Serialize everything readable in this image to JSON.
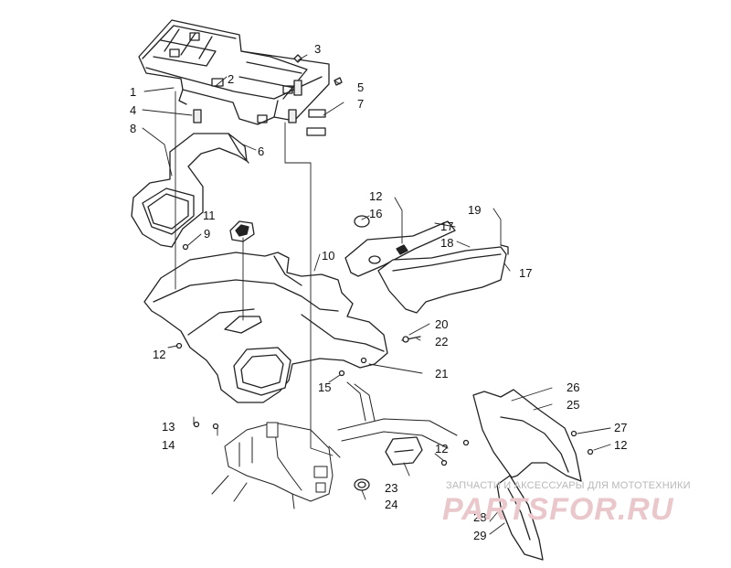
{
  "callouts": {
    "c1": "1",
    "c2": "2",
    "c3": "3",
    "c4": "4",
    "c5": "5",
    "c6": "6",
    "c7": "7",
    "c8": "8",
    "c9": "9",
    "c10": "10",
    "c11": "11",
    "c12a": "12",
    "c12b": "12",
    "c12c": "12",
    "c12d": "12",
    "c13": "13",
    "c14": "14",
    "c15": "15",
    "c16": "16",
    "c17a": "17",
    "c17b": "17",
    "c18": "18",
    "c19": "19",
    "c20": "20",
    "c21": "21",
    "c22": "22",
    "c23": "23",
    "c24": "24",
    "c25": "25",
    "c26": "26",
    "c27": "27",
    "c28": "28",
    "c29": "29"
  },
  "watermark": {
    "tagline": "ЗАПЧАСТИ И АКСЕССУАРЫ ДЛЯ МОТОТЕХНИКИ",
    "logo": "PARTSFOR.RU",
    "logo_color": "#e9c7cb"
  },
  "colors": {
    "line": "#222222",
    "part_fill": "#ffffff",
    "shade": "#cfcfcf"
  }
}
